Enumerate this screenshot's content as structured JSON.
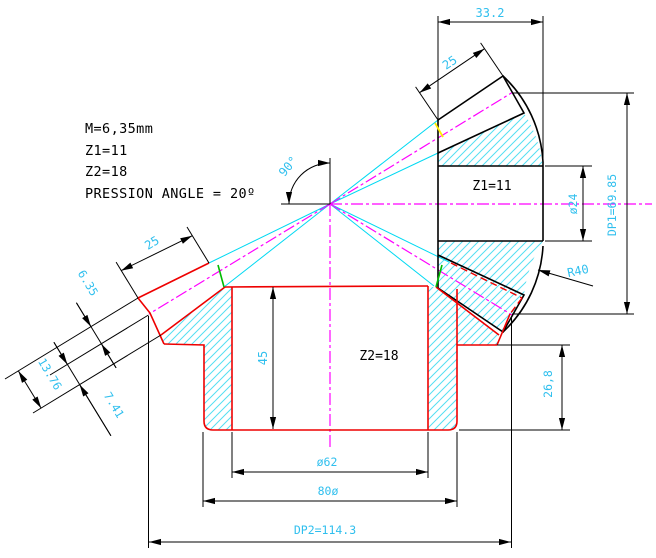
{
  "notes": {
    "line1": "M=6,35mm",
    "line2": "Z1=11",
    "line3": "Z2=18",
    "line4": "PRESSION ANGLE = 20º"
  },
  "labels": {
    "gear1": "Z1=11",
    "gear2": "Z2=18"
  },
  "dims": {
    "width_33_2": "33.2",
    "face1_25": "25",
    "face2_25": "25",
    "angle_90": "90°",
    "dp1": "DP1=69.85",
    "bore1": "ø24",
    "r40": "R40",
    "addendum": "6.35",
    "whole_depth": "13.76",
    "dedendum": "7.41",
    "hub_45": "45",
    "rim_26_8": "26,8",
    "bore2": "ø62",
    "hub_dia": "80ø",
    "dp2": "DP2=114.3"
  },
  "colors": {
    "gear1_outline": "#000000",
    "gear2_outline": "#ee0000",
    "hatch": "#55dff2",
    "dimension_text": "#2fbfee",
    "centerline": "#ff00ff",
    "construction": "#00d9f2",
    "tooth_end_tick": "#00bb00",
    "pitch_tick": "#ffee00",
    "background": "#ffffff"
  }
}
